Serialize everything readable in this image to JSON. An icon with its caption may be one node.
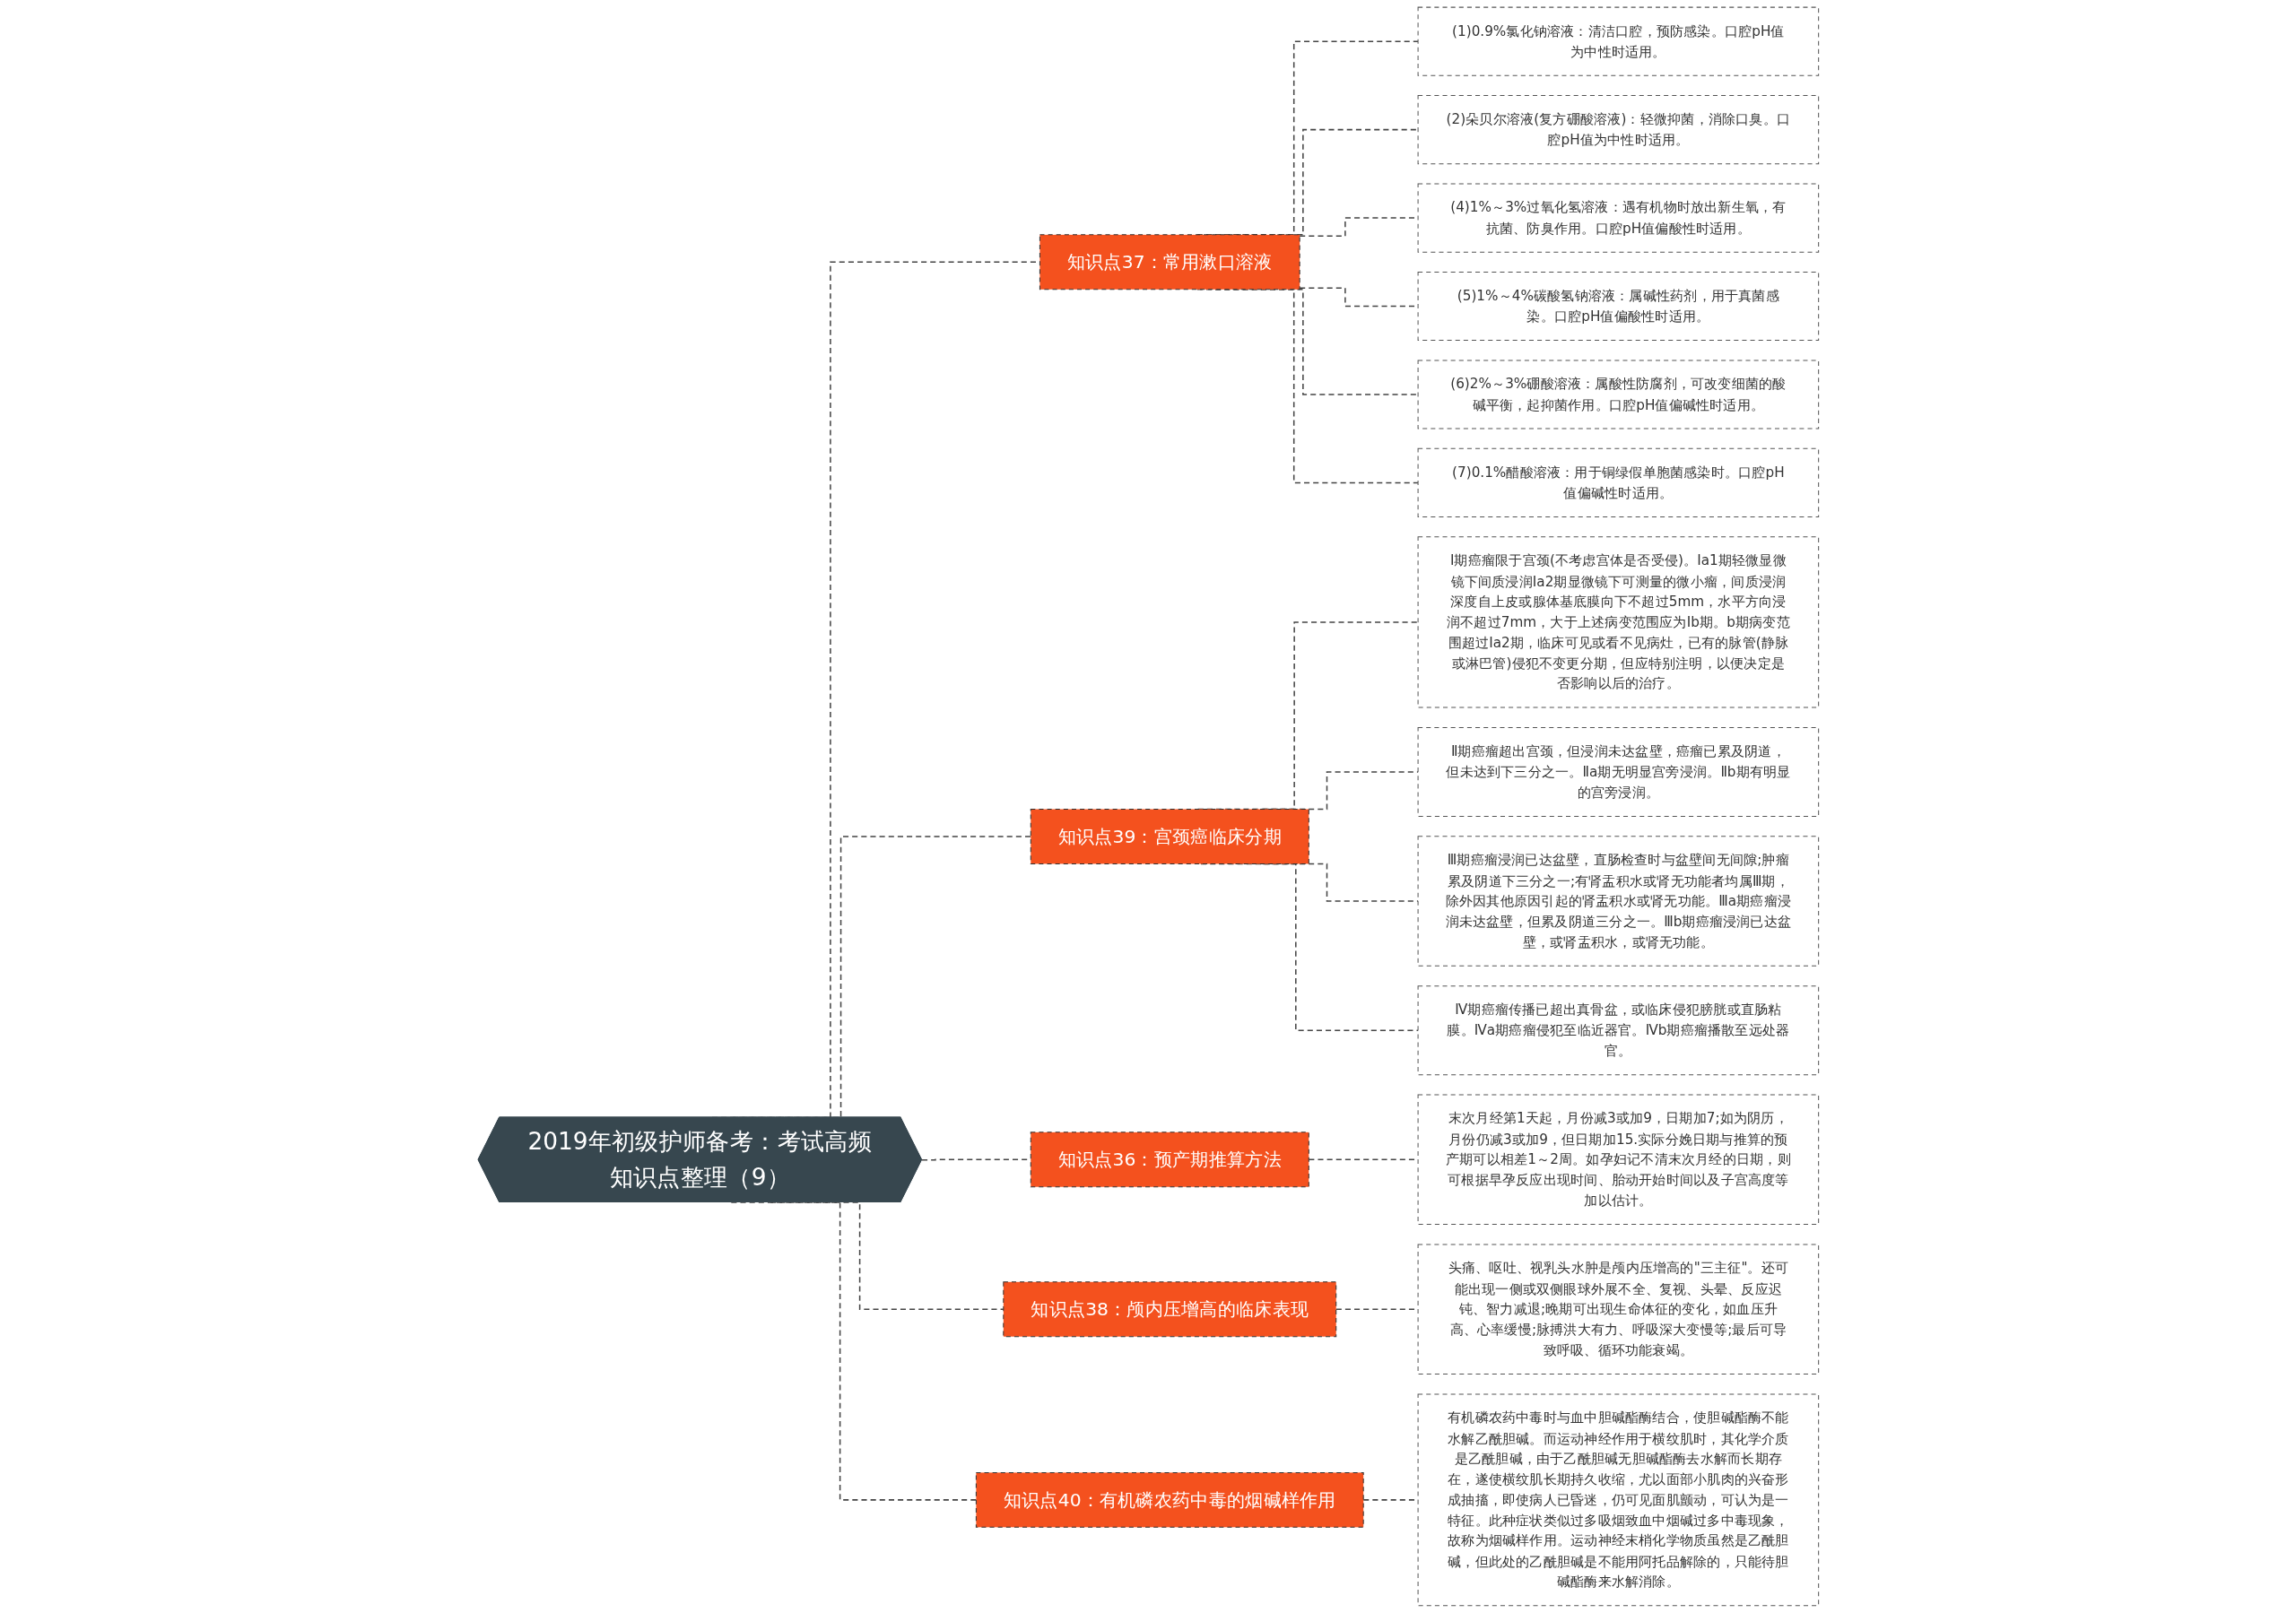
{
  "diagram": {
    "nodes": [
      {
        "text": [
          "2019年初级护师备考：考试高频知识点整理（9）"
        ]
      },
      {
        "text": [
          "知识点37：常用漱口溶液"
        ]
      },
      {
        "text": [
          "(1)0.9%氯化钠溶液：清洁口腔，预防感染。口腔pH值为中性时适用。"
        ]
      },
      {
        "text": [
          "(2)朵贝尔溶液(复方硼酸溶液)：轻微抑菌，消除口臭。口腔pH值为中性时适用。"
        ]
      },
      {
        "text": [
          "(4)1%～3%过氧化氢溶液：遇有机物时放出新生氧，有抗菌、防臭作用。口腔pH值偏酸性时适用。"
        ]
      },
      {
        "text": [
          "(5)1%～4%碳酸氢钠溶液：属碱性药剂，用于真菌感染。口腔pH值偏酸性时适用。"
        ]
      },
      {
        "text": [
          "(6)2%～3%硼酸溶液：属酸性防腐剂，可改变细菌的酸碱平衡，起抑菌作用。口腔pH值偏碱性时适用。"
        ]
      },
      {
        "text": [
          "(7)0.1%醋酸溶液：用于铜绿假单胞菌感染时。口腔pH值偏碱性时适用。"
        ]
      },
      {
        "text": [
          "知识点39：宫颈癌临床分期"
        ]
      },
      {
        "text": [
          "Ⅰ期癌瘤限于宫颈(不考虑宫体是否受侵)。Ⅰa1期轻微显微镜下间质浸润Ⅰa2期显微镜下可测量的微小瘤，间质浸润深度自上皮或腺体基底膜向下不超过5mm，水平方向浸润不超过7mm，大于上述病变范围应为Ⅰb期。b期病变范围超过Ⅰa2期，临床可见或看不见病灶，已有的脉管(静脉或淋巴管)侵犯不变更分期，但应特别注明，以便决定是否影响以后的治疗。"
        ]
      },
      {
        "text": [
          "Ⅱ期癌瘤超出宫颈，但浸润未达盆壁，癌瘤已累及阴道，但未达到下三分之一。Ⅱa期无明显宫旁浸润。Ⅱb期有明显的宫旁浸润。"
        ]
      },
      {
        "text": [
          "Ⅲ期癌瘤浸润已达盆壁，直肠检查时与盆壁间无间隙;肿瘤累及阴道下三分之一;有肾盂积水或肾无功能者均属Ⅲ期，除外因其他原因引起的肾盂积水或肾无功能。Ⅲa期癌瘤浸润未达盆壁，但累及阴道三分之一。Ⅲb期癌瘤浸润已达盆壁，或肾盂积水，或肾无功能。"
        ]
      },
      {
        "text": [
          "Ⅳ期癌瘤传播已超出真骨盆，或临床侵犯膀胱或直肠粘膜。Ⅳa期癌瘤侵犯至临近器官。Ⅳb期癌瘤播散至远处器官。"
        ]
      },
      {
        "text": [
          "知识点36：预产期推算方法"
        ]
      },
      {
        "text": [
          "末次月经第1天起，月份减3或加9，日期加7;如为阴历，月份仍减3或加9，但日期加15.实际分娩日期与推算的预产期可以相差1～2周。如孕妇记不清末次月经的日期，则可根据早孕反应出现时间、胎动开始时间以及子宫高度等加以估计。"
        ]
      },
      {
        "text": [
          "知识点38：颅内压增高的临床表现"
        ]
      },
      {
        "text": [
          "头痛、呕吐、视乳头水肿是颅内压增高的\"三主征\"。还可能出现一侧或双侧眼球外展不全、复视、头晕、反应迟钝、智力减退;晚期可出现生命体征的变化，如血压升高、心率缓慢;脉搏洪大有力、呼吸深大变慢等;最后可导致呼吸、循环功能衰竭。"
        ]
      },
      {
        "text": [
          "知识点40：有机磷农药中毒的烟碱样作用"
        ]
      },
      {
        "text": [
          "有机磷农药中毒时与血中胆碱酯酶结合，使胆碱酯酶不能水解乙酰胆碱。而运动神经作用于横纹肌时，其化学介质是乙酰胆碱，由于乙酰胆碱无胆碱酯酶去水解而长期存在，遂使横纹肌长期持久收缩，尤以面部小肌肉的兴奋形成抽搐，即使病人已昏迷，仍可见面肌颤动，可认为是一特征。此种症状类似过多吸烟致血中烟碱过多中毒现象，故称为烟碱样作用。运动神经末梢化学物质虽然是乙酰胆碱，但此处的乙酰胆碱是不能用阿托品解除的，只能待胆碱酯酶来水解消除。"
        ]
      }
    ],
    "edges": [
      {
        "from": 0,
        "to": 1,
        "arrow": "none",
        "style": "dashed"
      },
      {
        "from": 1,
        "to": 2,
        "arrow": "none",
        "style": "dashed"
      },
      {
        "from": 1,
        "to": 3,
        "arrow": "none",
        "style": "dashed"
      },
      {
        "from": 1,
        "to": 4,
        "arrow": "none",
        "style": "dashed"
      },
      {
        "from": 1,
        "to": 5,
        "arrow": "none",
        "style": "dashed"
      },
      {
        "from": 1,
        "to": 6,
        "arrow": "none",
        "style": "dashed"
      },
      {
        "from": 1,
        "to": 7,
        "arrow": "none",
        "style": "dashed"
      },
      {
        "from": 0,
        "to": 8,
        "arrow": "none",
        "style": "dashed"
      },
      {
        "from": 8,
        "to": 9,
        "arrow": "none",
        "style": "dashed"
      },
      {
        "from": 8,
        "to": 10,
        "arrow": "none",
        "style": "dashed"
      },
      {
        "from": 8,
        "to": 11,
        "arrow": "none",
        "style": "dashed"
      },
      {
        "from": 8,
        "to": 12,
        "arrow": "none",
        "style": "dashed"
      },
      {
        "from": 0,
        "to": 13,
        "arrow": "none",
        "style": "dashed"
      },
      {
        "from": 13,
        "to": 14,
        "arrow": "none",
        "style": "dashed"
      },
      {
        "from": 0,
        "to": 15,
        "arrow": "none",
        "style": "dashed"
      },
      {
        "from": 15,
        "to": 16,
        "arrow": "none",
        "style": "dashed"
      },
      {
        "from": 0,
        "to": 17,
        "arrow": "none",
        "style": "dashed"
      },
      {
        "from": 17,
        "to": 18,
        "arrow": "none",
        "style": "dashed"
      }
    ]
  }
}
